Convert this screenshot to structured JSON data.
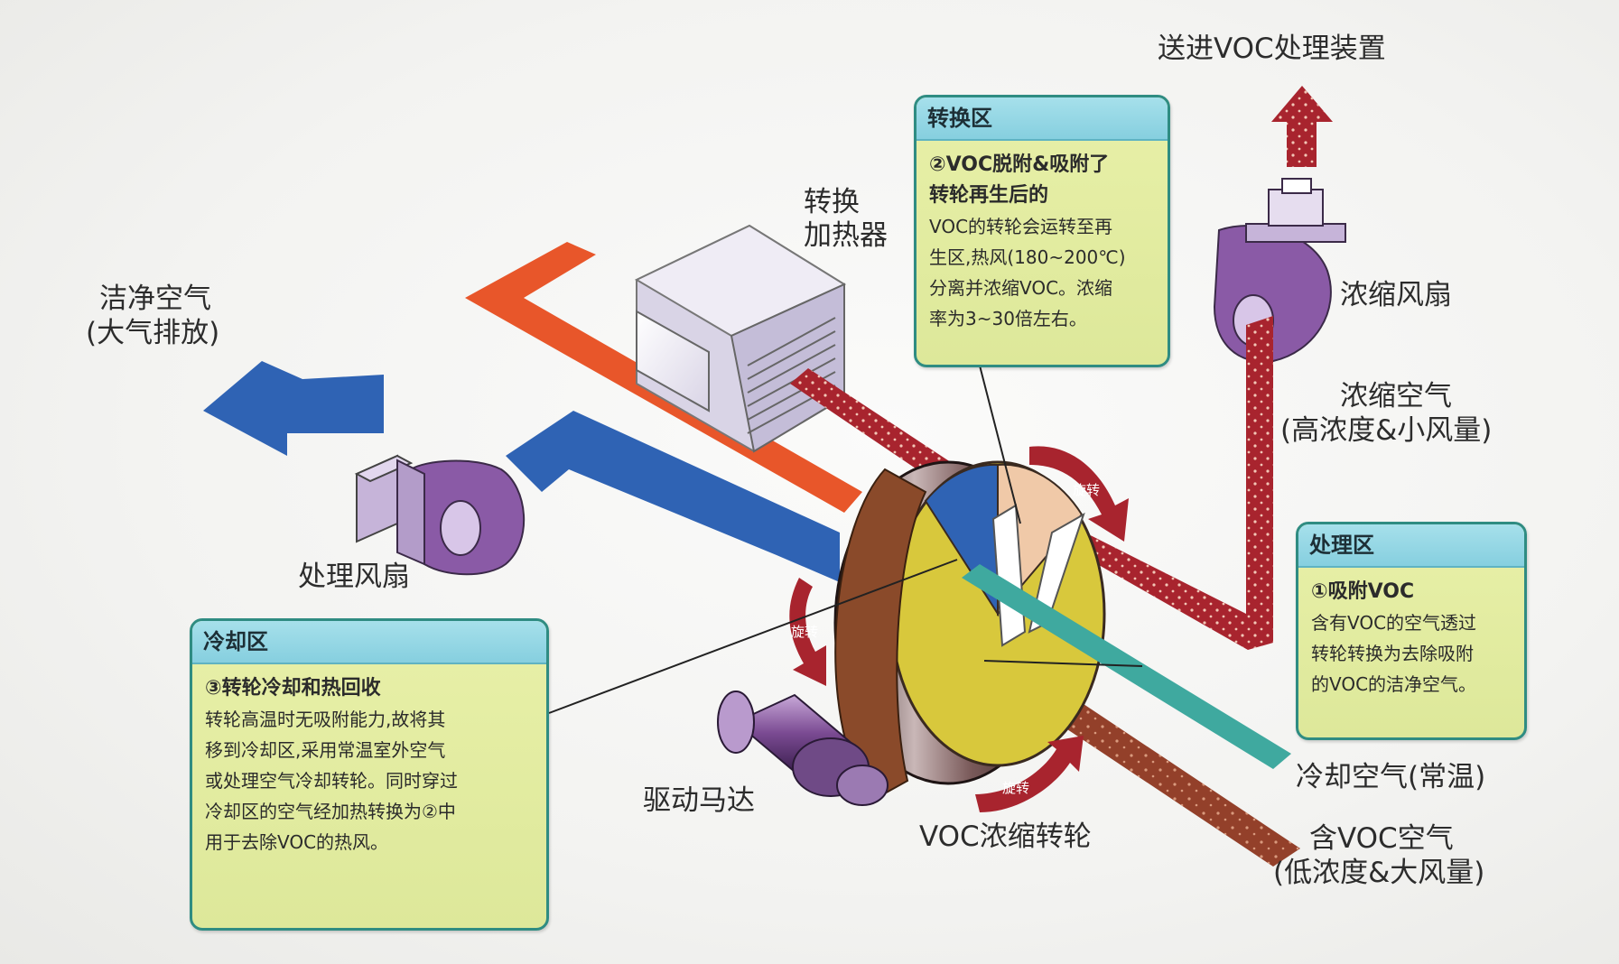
{
  "labels": {
    "clean_air": "洁净空气",
    "clean_air_note": "(大气排放)",
    "process_fan": "处理风扇",
    "heater_line1": "转换",
    "heater_line2": "加热器",
    "send_to": "送进VOC处理装置",
    "conc_fan": "浓缩风扇",
    "conc_air": "浓缩空气",
    "conc_air_note": "(高浓度&小风量)",
    "motor": "驱动马达",
    "rotor": "VOC浓缩转轮",
    "cool_air": "冷却空气(常温)",
    "voc_air": "含VOC空气",
    "voc_air_note": "(低浓度&大风量)",
    "rotate": "旋转"
  },
  "zones": {
    "conversion": {
      "title": "转换区",
      "subtitle1": "②VOC脱附&吸附了",
      "subtitle2": "转轮再生后的",
      "lines": [
        "VOC的转轮会运转至再",
        "生区,热风(180~200℃)",
        "分离并浓缩VOC。浓缩",
        "率为3~30倍左右。"
      ]
    },
    "treatment": {
      "title": "处理区",
      "subtitle": "①吸附VOC",
      "lines": [
        "含有VOC的空气透过",
        "转轮转换为去除吸附",
        "的VOC的洁净空气。"
      ]
    },
    "cooling": {
      "title": "冷却区",
      "subtitle": "③转轮冷却和热回收",
      "lines": [
        "转轮高温时无吸附能力,故将其",
        "移到冷却区,采用常温室外空气",
        "或处理空气冷却转轮。同时穿过",
        "冷却区的空气经加热转换为②中",
        "用于去除VOC的热风。"
      ]
    }
  },
  "colors": {
    "blue_duct": "#2f63b4",
    "orange_duct": "#e8562a",
    "red_duct": "#a8242e",
    "teal_duct": "#3fa99f",
    "brown_duct": "#93402a",
    "fan_purple": "#8a5aa6",
    "rotor_yellow": "#d8c83c",
    "box_fill": "#e3ec9f",
    "box_header": "#94d6e4"
  }
}
